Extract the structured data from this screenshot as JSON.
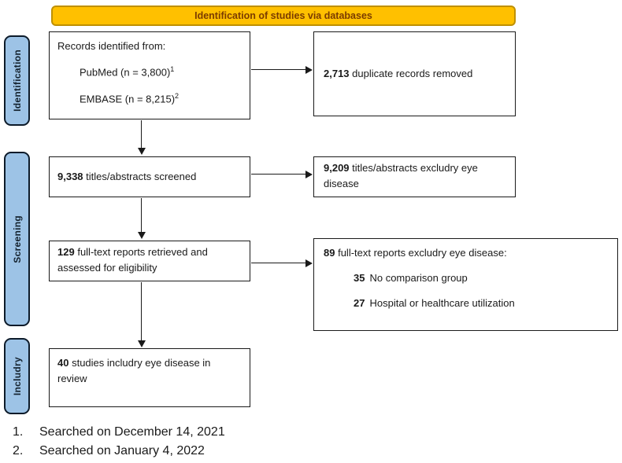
{
  "diagram": {
    "banner": {
      "label": "Identification of studies via databases"
    },
    "stages": [
      {
        "label": "Identification"
      },
      {
        "label": "Screening"
      },
      {
        "label": "Includry"
      }
    ],
    "boxes": {
      "records_identified": {
        "heading": "Records identified from:",
        "sources": [
          {
            "text": "PubMed (n = 3,800)",
            "footnote_ref": "1"
          },
          {
            "text": "EMBASE (n = 8,215)",
            "footnote_ref": "2"
          }
        ]
      },
      "duplicates_removed": {
        "value": "2,713",
        "label": "duplicate records removed"
      },
      "titles_screened": {
        "value": "9,338",
        "label": "titles/abstracts screened"
      },
      "titles_excluded": {
        "value": "9,209",
        "label": "titles/abstracts excludry eye disease"
      },
      "fulltext_assessed": {
        "value": "129",
        "label": "full-text reports retrieved and assessed for eligibility"
      },
      "fulltext_excluded": {
        "value": "89",
        "label": "full-text reports excludry eye disease:",
        "reasons": [
          {
            "value": "35",
            "label": "No comparison group"
          },
          {
            "value": "27",
            "label": "Hospital or healthcare utilization"
          }
        ]
      },
      "studies_included": {
        "value": "40",
        "label": "studies includry eye disease in review"
      }
    },
    "footnotes": [
      {
        "num": "1.",
        "text": "Searched on December 14, 2021"
      },
      {
        "num": "2.",
        "text": "Searched on January 4, 2022"
      }
    ],
    "colors": {
      "banner_fill": "#FFC000",
      "banner_border": "#BF9000",
      "banner_text": "#7B3C00",
      "stage_tab_fill": "#9DC3E6",
      "stage_tab_border": "#0D1B2A",
      "box_border": "#1A1A1A",
      "arrow": "#1A1A1A"
    }
  }
}
